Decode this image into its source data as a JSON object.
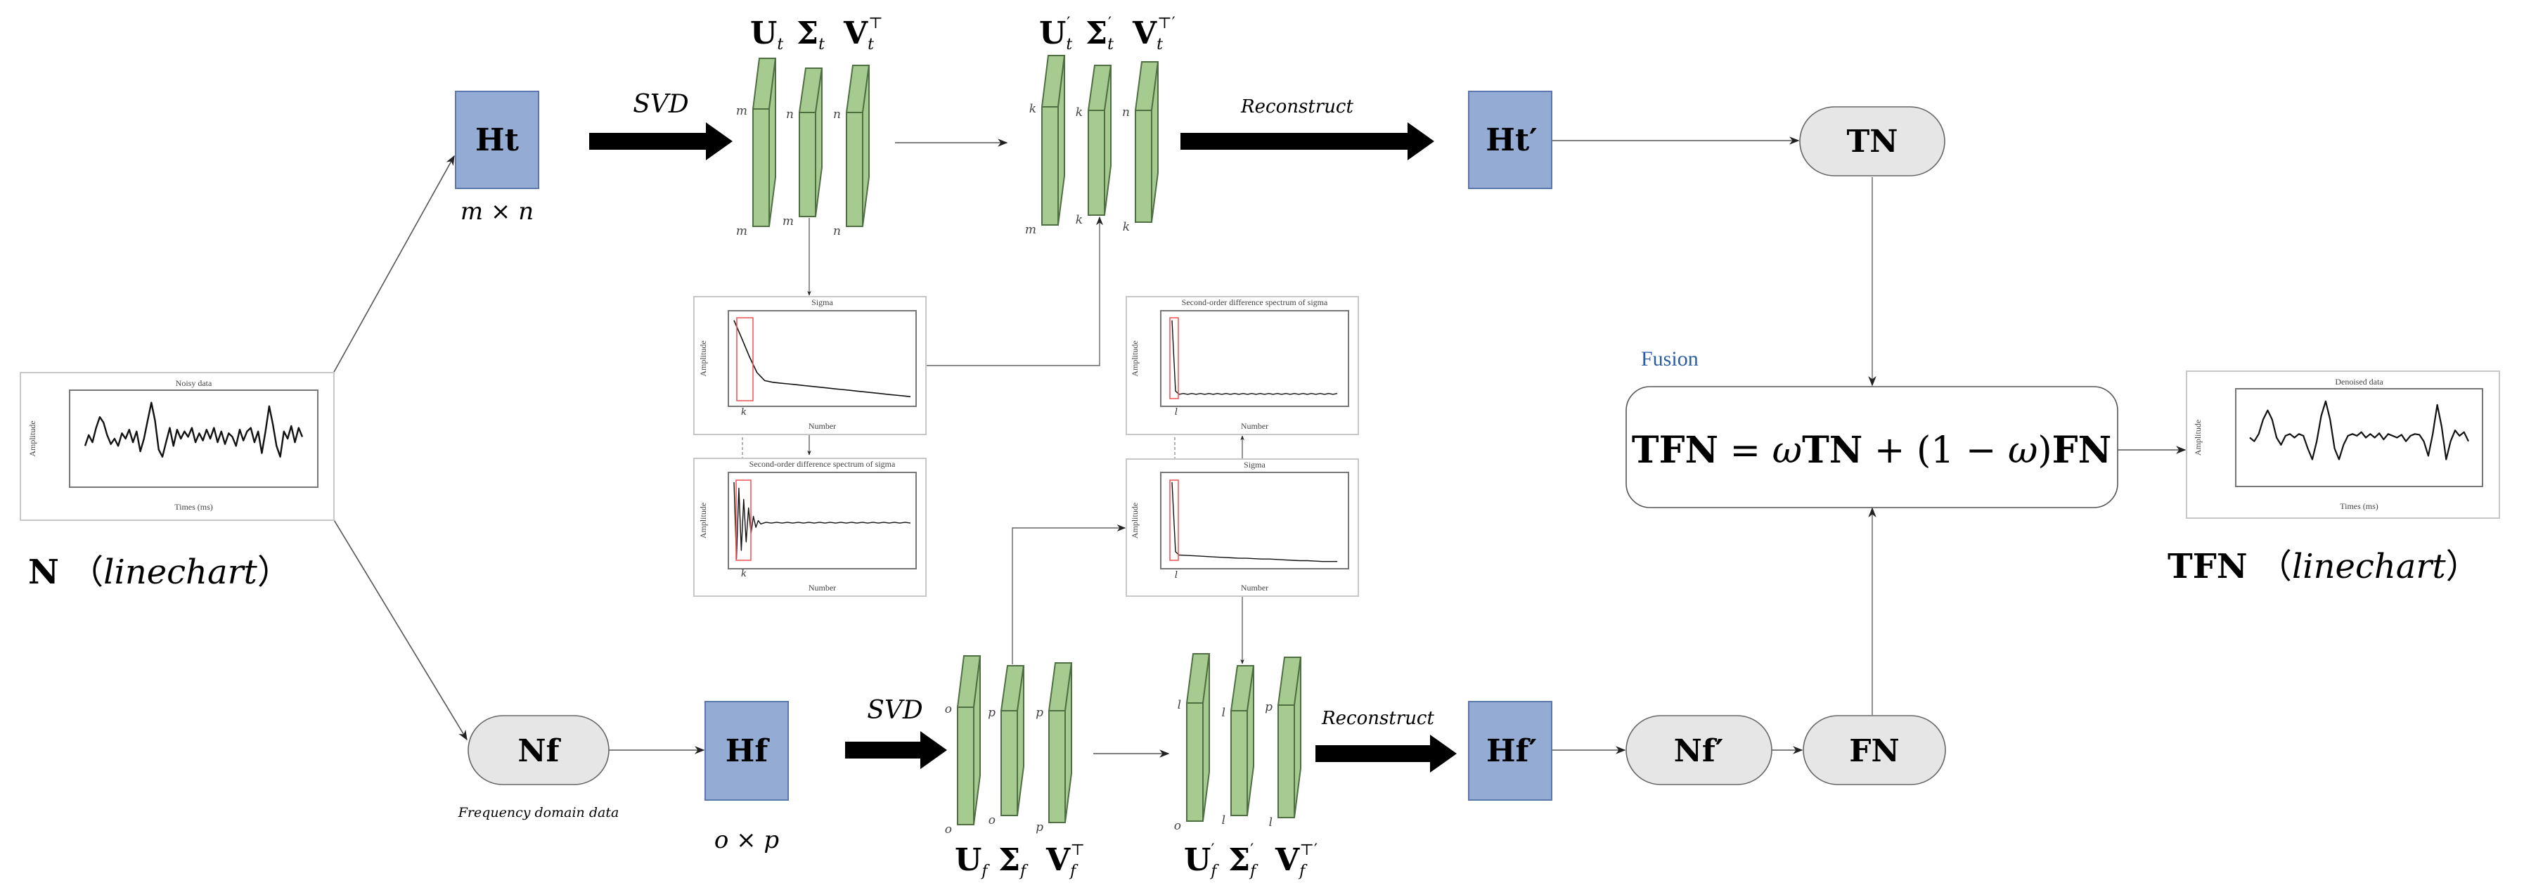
{
  "input": {
    "symbol": "N",
    "caption": "linechart"
  },
  "output": {
    "symbol": "TFN",
    "caption": "linechart"
  },
  "time_branch": {
    "matrix": "Ht",
    "dims": "m × n",
    "svd_label": "SVD",
    "reconstruct_label": "Reconstruct",
    "reconstructed": "Ht′",
    "result": "TN",
    "factors": [
      {
        "base": "U",
        "sub": "t",
        "sup": "",
        "top": "m",
        "bottom": "m"
      },
      {
        "base": "Σ",
        "sub": "t",
        "sup": "",
        "top": "n",
        "bottom": "m"
      },
      {
        "base": "V",
        "sub": "t",
        "sup": "⊤",
        "top": "n",
        "bottom": "n"
      }
    ],
    "truncated": [
      {
        "base": "U",
        "sub": "t",
        "sup": "′",
        "top": "k",
        "bottom": "m"
      },
      {
        "base": "Σ",
        "sub": "t",
        "sup": "′",
        "top": "k",
        "bottom": "k"
      },
      {
        "base": "V",
        "sub": "t",
        "sup": "⊤′",
        "top": "n",
        "bottom": "k"
      }
    ]
  },
  "freq_branch": {
    "input": "Nf",
    "input_caption": "Frequency domain data",
    "matrix": "Hf",
    "dims": "o × p",
    "svd_label": "SVD",
    "reconstruct_label": "Reconstruct",
    "reconstructed": "Hf′",
    "inverse": "Nf′",
    "result": "FN",
    "factors": [
      {
        "base": "U",
        "sub": "f",
        "sup": "",
        "top": "o",
        "bottom": "o"
      },
      {
        "base": "Σ",
        "sub": "f",
        "sup": "",
        "top": "p",
        "bottom": "o"
      },
      {
        "base": "V",
        "sub": "f",
        "sup": "⊤",
        "top": "p",
        "bottom": "p"
      }
    ],
    "truncated": [
      {
        "base": "U",
        "sub": "f",
        "sup": "′",
        "top": "l",
        "bottom": "o"
      },
      {
        "base": "Σ",
        "sub": "f",
        "sup": "′",
        "top": "l",
        "bottom": "l"
      },
      {
        "base": "V",
        "sub": "f",
        "sup": "⊤′",
        "top": "p",
        "bottom": "l"
      }
    ]
  },
  "fusion": {
    "label": "Fusion",
    "equation": {
      "lhs": "TFN",
      "eq": " = ",
      "w": "ω",
      "tn": "TN",
      "plus": " + (1 − ",
      "w2": "ω",
      "close": ")",
      "fn": "FN"
    }
  },
  "colors": {
    "matrix_box": "#94acd4",
    "matrix_box_border": "#5a78ad",
    "factor_slab": "#a6cb90",
    "factor_slab_border": "#4f6e41",
    "pill": "#e6e6e6",
    "fusion_label": "#2a5ca8",
    "highlight": "#f05a5a"
  },
  "chart_data": [
    {
      "id": "noisy",
      "type": "line",
      "title": "Noisy data",
      "xlabel": "Times (ms)",
      "ylabel": "Amplitude",
      "values": [
        -0.2,
        0.1,
        -0.1,
        0.3,
        0.6,
        0.45,
        0.1,
        -0.15,
        0.0,
        -0.2,
        0.15,
        0.0,
        0.25,
        -0.1,
        0.2,
        -0.35,
        0.0,
        0.5,
        1.0,
        0.5,
        -0.3,
        -0.5,
        -0.1,
        0.3,
        -0.2,
        0.25,
        0.0,
        0.2,
        0.05,
        0.3,
        -0.1,
        0.15,
        -0.05,
        0.25,
        0.0,
        0.3,
        -0.1,
        0.2,
        -0.15,
        0.15,
        0.05,
        -0.2,
        0.25,
        -0.05,
        0.2,
        0.3,
        -0.1,
        0.2,
        -0.4,
        0.2,
        0.9,
        0.4,
        -0.2,
        -0.5,
        0.2,
        0.0,
        0.35,
        -0.1,
        0.3,
        0.05
      ]
    },
    {
      "id": "sigma_t",
      "type": "line",
      "title": "Sigma",
      "xlabel": "Number",
      "ylabel": "Amplitude",
      "marker": "k",
      "values": [
        1.0,
        0.78,
        0.55,
        0.35,
        0.25,
        0.23,
        0.22,
        0.21,
        0.2,
        0.19,
        0.18,
        0.17,
        0.16,
        0.15,
        0.14,
        0.13,
        0.12,
        0.11,
        0.1,
        0.09,
        0.08,
        0.07,
        0.06,
        0.05
      ]
    },
    {
      "id": "diff_t",
      "type": "line",
      "title": "Second-order difference spectrum of sigma",
      "xlabel": "Number",
      "ylabel": "Amplitude",
      "marker": "k",
      "values": [
        0.95,
        0.05,
        0.88,
        0.15,
        0.75,
        0.25,
        0.65,
        0.35,
        0.55,
        0.42,
        0.5,
        0.46,
        0.48,
        0.47,
        0.48,
        0.47,
        0.48,
        0.47,
        0.48,
        0.47,
        0.48,
        0.47,
        0.48,
        0.47,
        0.48,
        0.47,
        0.48,
        0.47,
        0.48,
        0.47,
        0.48,
        0.47,
        0.48,
        0.47,
        0.48,
        0.47,
        0.48,
        0.47,
        0.48,
        0.47
      ]
    },
    {
      "id": "diff_f",
      "type": "line",
      "title": "Second-order difference spectrum of sigma",
      "xlabel": "Number",
      "ylabel": "Amplitude",
      "marker": "l",
      "values": [
        1.0,
        0.12,
        0.08,
        0.09,
        0.08,
        0.09,
        0.08,
        0.09,
        0.08,
        0.09,
        0.08,
        0.09,
        0.08,
        0.09,
        0.08,
        0.09,
        0.08,
        0.09,
        0.08,
        0.09,
        0.08,
        0.09,
        0.08,
        0.09,
        0.08,
        0.09,
        0.08,
        0.09,
        0.08,
        0.09,
        0.08,
        0.09,
        0.08,
        0.09,
        0.08,
        0.09,
        0.08,
        0.09,
        0.08,
        0.09
      ]
    },
    {
      "id": "sigma_f",
      "type": "line",
      "title": "Sigma",
      "xlabel": "Number",
      "ylabel": "Amplitude",
      "marker": "l",
      "values": [
        1.0,
        0.14,
        0.1,
        0.095,
        0.09,
        0.085,
        0.08,
        0.075,
        0.07,
        0.065,
        0.06,
        0.06,
        0.055,
        0.05,
        0.05,
        0.045,
        0.04,
        0.035,
        0.03,
        0.03,
        0.025,
        0.02,
        0.02,
        0.02
      ]
    },
    {
      "id": "denoised",
      "type": "line",
      "title": "Denoised data",
      "xlabel": "Times (ms)",
      "ylabel": "Amplitude",
      "values": [
        0,
        -0.1,
        0.1,
        0.5,
        0.75,
        0.5,
        0.0,
        -0.2,
        0.05,
        0.1,
        0.0,
        0.1,
        0.05,
        -0.3,
        -0.6,
        -0.1,
        0.6,
        1.0,
        0.5,
        -0.3,
        -0.6,
        -0.2,
        0.05,
        0.1,
        0.05,
        0.15,
        0.0,
        0.1,
        0.0,
        0.12,
        -0.05,
        0.1,
        0.05,
        0.0,
        0.08,
        -0.1,
        0.05,
        0.1,
        0.08,
        -0.1,
        -0.5,
        0.1,
        0.9,
        0.3,
        -0.6,
        -0.1,
        0.2,
        0.05,
        0.15,
        -0.1
      ]
    }
  ]
}
